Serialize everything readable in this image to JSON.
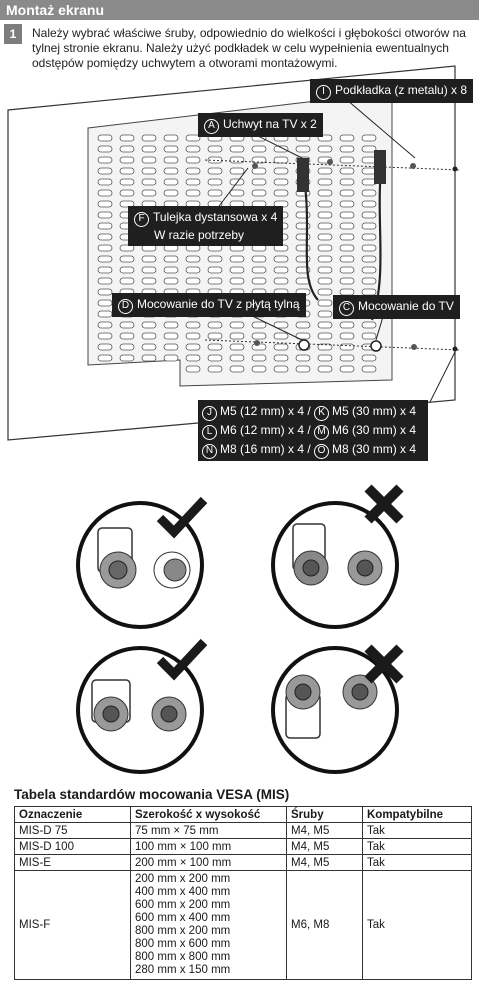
{
  "header": {
    "title": "Montaż ekranu"
  },
  "step": {
    "number": "1",
    "text": "Należy wybrać właściwe śruby, odpowiednio do wielkości i głębokości otworów na tylnej stronie ekranu. Należy użyć podkładek w celu wypełnienia ewentualnych odstępów pomiędzy uchwytem a otworami montażowymi."
  },
  "callouts": {
    "i_label": "Podkładka (z metalu) x 8",
    "i_letter": "I",
    "a_label": "Uchwyt na TV x 2",
    "a_letter": "A",
    "f_label_1": "Tulejka dystansowa x 4",
    "f_label_2": "W razie potrzeby",
    "f_letter": "F",
    "d_label": "Mocowanie do TV z płytą tylną",
    "d_letter": "D",
    "c_label": "Mocowanie do TV",
    "c_letter": "C"
  },
  "screws": [
    {
      "l1": "J",
      "t1": "M5 (12 mm) x 4 /",
      "l2": "K",
      "t2": "M5 (30 mm) x 4"
    },
    {
      "l1": "L",
      "t1": "M6 (12 mm) x 4 /",
      "l2": "M",
      "t2": "M6 (30 mm) x 4"
    },
    {
      "l1": "N",
      "t1": "M8 (16 mm) x 4 /",
      "l2": "O",
      "t2": "M8 (30 mm) x 4"
    }
  ],
  "table": {
    "title": "Tabela standardów mocowania VESA (MIS)",
    "headers": [
      "Oznaczenie",
      "Szerokość x wysokość",
      "Śruby",
      "Kompatybilne"
    ],
    "rows": [
      {
        "name": "MIS-D 75",
        "size": "75 mm × 75 mm",
        "screws": "M4, M5",
        "compat": "Tak"
      },
      {
        "name": "MIS-D 100",
        "size": "100 mm × 100 mm",
        "screws": "M4, M5",
        "compat": "Tak"
      },
      {
        "name": "MIS-E",
        "size": "200 mm × 100 mm",
        "screws": "M4, M5",
        "compat": "Tak"
      }
    ],
    "misf": {
      "name": "MIS-F",
      "sizes": [
        "200 mm x 200 mm",
        "400 mm x 400 mm",
        "600 mm x 200 mm",
        "600 mm x 400 mm",
        "800 mm x 200 mm",
        "800 mm x 600 mm",
        "800 mm x 800 mm",
        "280 mm x 150 mm"
      ],
      "screws": "M6, M8",
      "compat": "Tak"
    }
  }
}
